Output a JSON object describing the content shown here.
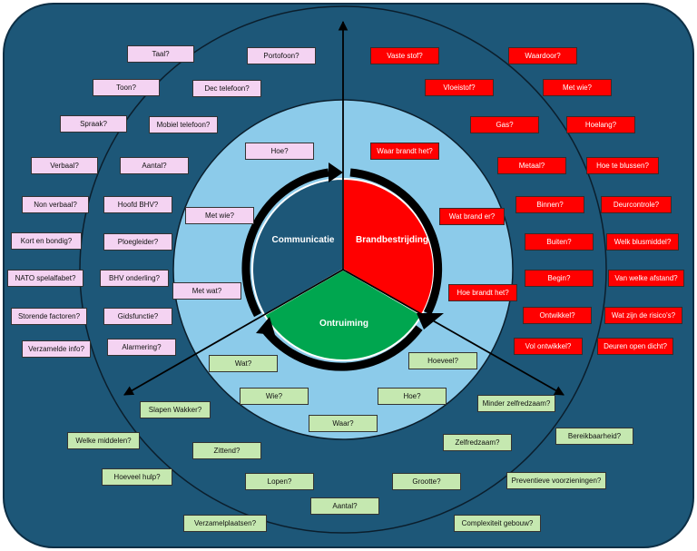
{
  "colors": {
    "outer_background": "#1d5778",
    "middle_ring": "#1d5778",
    "inner_circle": "#8ccbea",
    "communicatie": "#1d5778",
    "brandbestrijding": "#ff0000",
    "ontruiming": "#00a64f",
    "pink_label": "#f4d3f2",
    "red_label": "#ff0000",
    "green_label": "#c5e8b0"
  },
  "segments": {
    "communicatie": "Communicatie",
    "brandbestrijding": "Brandbestrijding",
    "ontruiming": "Ontruiming"
  },
  "communicatie": {
    "outer": [
      "Taal?",
      "Toon?",
      "Spraak?",
      "Verbaal?",
      "Non verbaal?",
      "Kort en bondig?",
      "NATO spelalfabet?",
      "Storende factoren?",
      "Verzamelde info?"
    ],
    "middle": [
      "Portofoon?",
      "Dec telefoon?",
      "Mobiel telefoon?",
      "Aantal?",
      "Hoofd BHV?",
      "Ploegleider?",
      "BHV onderling?",
      "Gidsfunctie?",
      "Alarmering?"
    ],
    "inner": [
      "Hoe?",
      "Met wie?",
      "Met wat?"
    ]
  },
  "brandbestrijding": {
    "outer": [
      "Waardoor?",
      "Met wie?",
      "Hoelang?",
      "Hoe te blussen?",
      "Deurcontrole?",
      "Welk blusmiddel?",
      "Van welke afstand?",
      "Wat zijn de risico's?",
      "Deuren open dicht?"
    ],
    "middle": [
      "Vaste stof?",
      "Vloeistof?",
      "Gas?",
      "Metaal?",
      "Binnen?",
      "Buiten?",
      "Begin?",
      "Ontwikkel?",
      "Vol ontwikkel?"
    ],
    "inner": [
      "Waar brandt het?",
      "Wat brand er?",
      "Hoe brandt het?"
    ]
  },
  "ontruiming": {
    "inner": [
      "Wat?",
      "Wie?",
      "Waar?",
      "Hoe?",
      "Hoeveel?"
    ],
    "middle": [
      "Slapen Wakker?",
      "Zittend?",
      "Lopen?",
      "Aantal?",
      "Grootte?",
      "Zelfredzaam?",
      "Minder zelfredzaam?"
    ],
    "outer": [
      "Welke middelen?",
      "Hoeveel hulp?",
      "Verzamelplaatsen?",
      "Complexiteit gebouw?",
      "Preventieve voorzieningen?",
      "Bereikbaarheid?"
    ]
  }
}
